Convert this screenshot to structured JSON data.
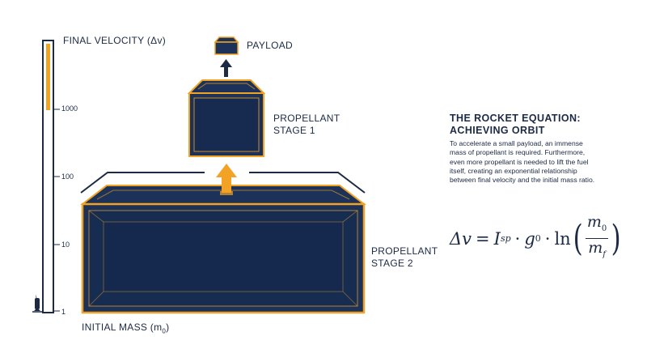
{
  "axis": {
    "top_label": "FINAL VELOCITY (Δv)",
    "bottom_label_main": "INITIAL MASS (m",
    "bottom_label_sub": "0",
    "bottom_label_close": ")",
    "ticks": [
      "1000",
      "100",
      "10",
      "1"
    ]
  },
  "diagram": {
    "payload_label": "PAYLOAD",
    "stage1_label_line1": "PROPELLANT",
    "stage1_label_line2": "STAGE 1",
    "stage2_label_line1": "PROPELLANT",
    "stage2_label_line2": "STAGE 2",
    "colors": {
      "navy": "#1c3259",
      "navy_dark": "#14254a",
      "accent": "#f2a325",
      "outline": "#1c2a44"
    }
  },
  "info": {
    "title_line1": "THE ROCKET EQUATION:",
    "title_line2": "ACHIEVING ORBIT",
    "body": "To accelerate a small payload, an immense mass of propellant is required. Furthermore, even more propellant is needed to lift the fuel itself, creating an exponential relationship between final velocity and the initial mass ratio."
  },
  "formula": {
    "lhs": "Δv",
    "eq": "=",
    "isp_main": "I",
    "isp_sub": "sp",
    "dot1": "·",
    "g_main": "g",
    "g_sub": "0",
    "dot2": "·",
    "ln": "ln",
    "paren_open": "(",
    "num_main": "m",
    "num_sub": "0",
    "den_main": "m",
    "den_sub": "f",
    "paren_close": ")"
  }
}
